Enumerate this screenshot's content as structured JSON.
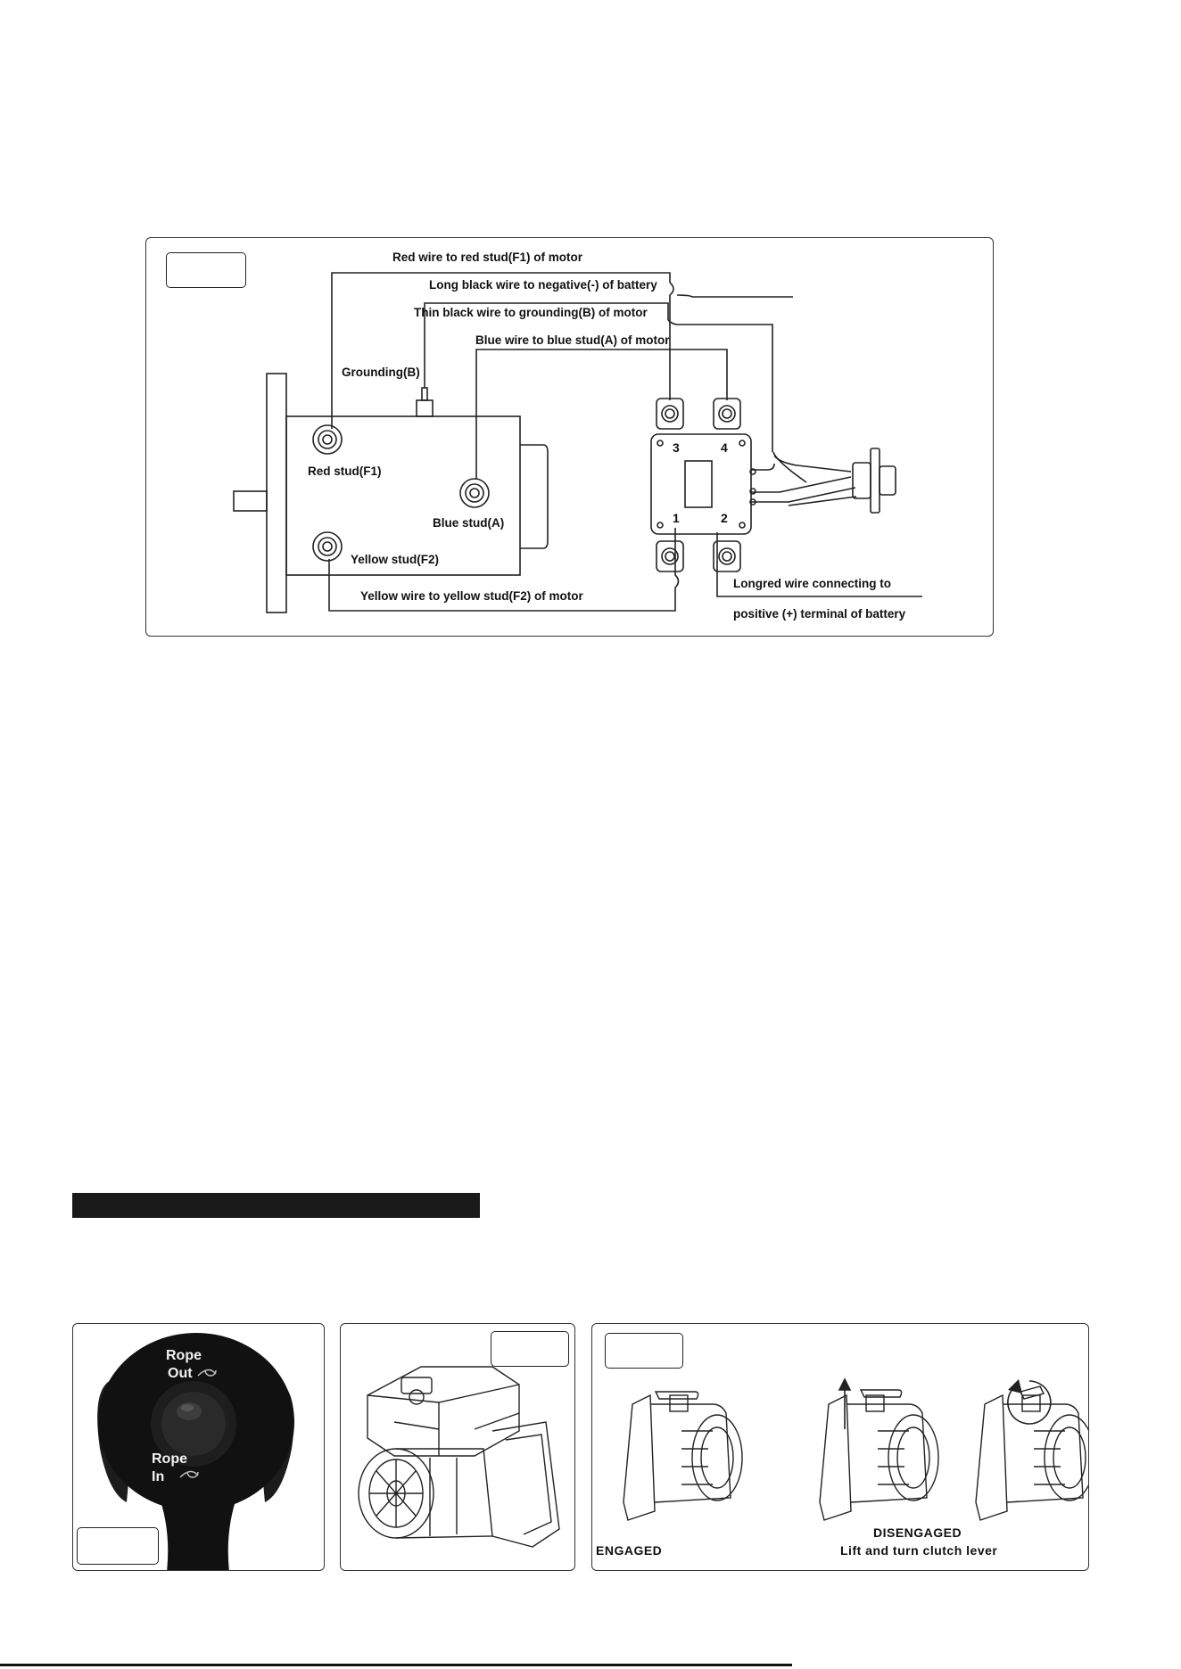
{
  "wiring": {
    "labels": {
      "red_wire": "Red wire to red stud(F1) of motor",
      "long_black": "Long black wire to negative(-) of battery",
      "thin_black": "Thin black wire to grounding(B) of motor",
      "blue_wire": "Blue wire to blue stud(A) of motor",
      "grounding": "Grounding(B)",
      "red_stud": "Red stud(F1)",
      "blue_stud": "Blue stud(A)",
      "yellow_stud": "Yellow stud(F2)",
      "yellow_wire": "Yellow wire to yellow stud(F2) of motor",
      "long_red_1": "Longred wire connecting to",
      "long_red_2": "positive (+) terminal of battery"
    },
    "terminals": {
      "t1": "1",
      "t2": "2",
      "t3": "3",
      "t4": "4"
    }
  },
  "remote": {
    "rope_out_1": "Rope",
    "rope_out_2": "Out",
    "rope_in_1": "Rope",
    "rope_in_2": "In"
  },
  "clutch": {
    "engaged": "ENGAGED",
    "disengaged": "DISENGAGED",
    "instruction": "Lift and turn clutch lever"
  }
}
